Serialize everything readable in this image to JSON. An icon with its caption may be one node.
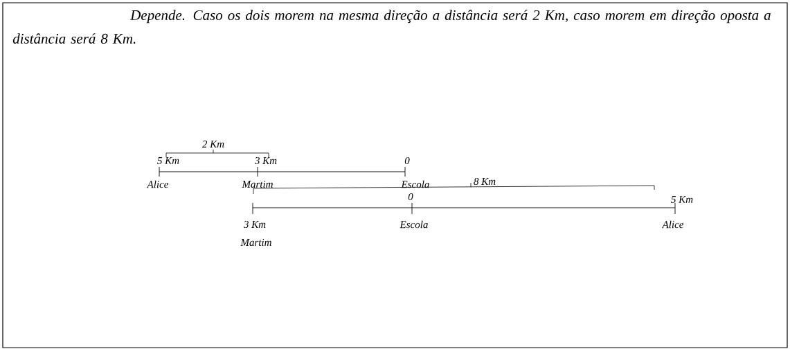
{
  "diagram": {
    "labels": [
      "Depende. Caso os dois morem na mesma direção a distância será 2 Km, caso morem em direção oposta a distância será 8 Km.",
      "2 Km",
      "5 Km",
      "3 Km",
      "0",
      "Alice",
      "Martim",
      "Escola",
      "8 Km",
      "5 Km",
      "0",
      "3 Km",
      "Escola",
      "Alice",
      "Martim"
    ]
  }
}
